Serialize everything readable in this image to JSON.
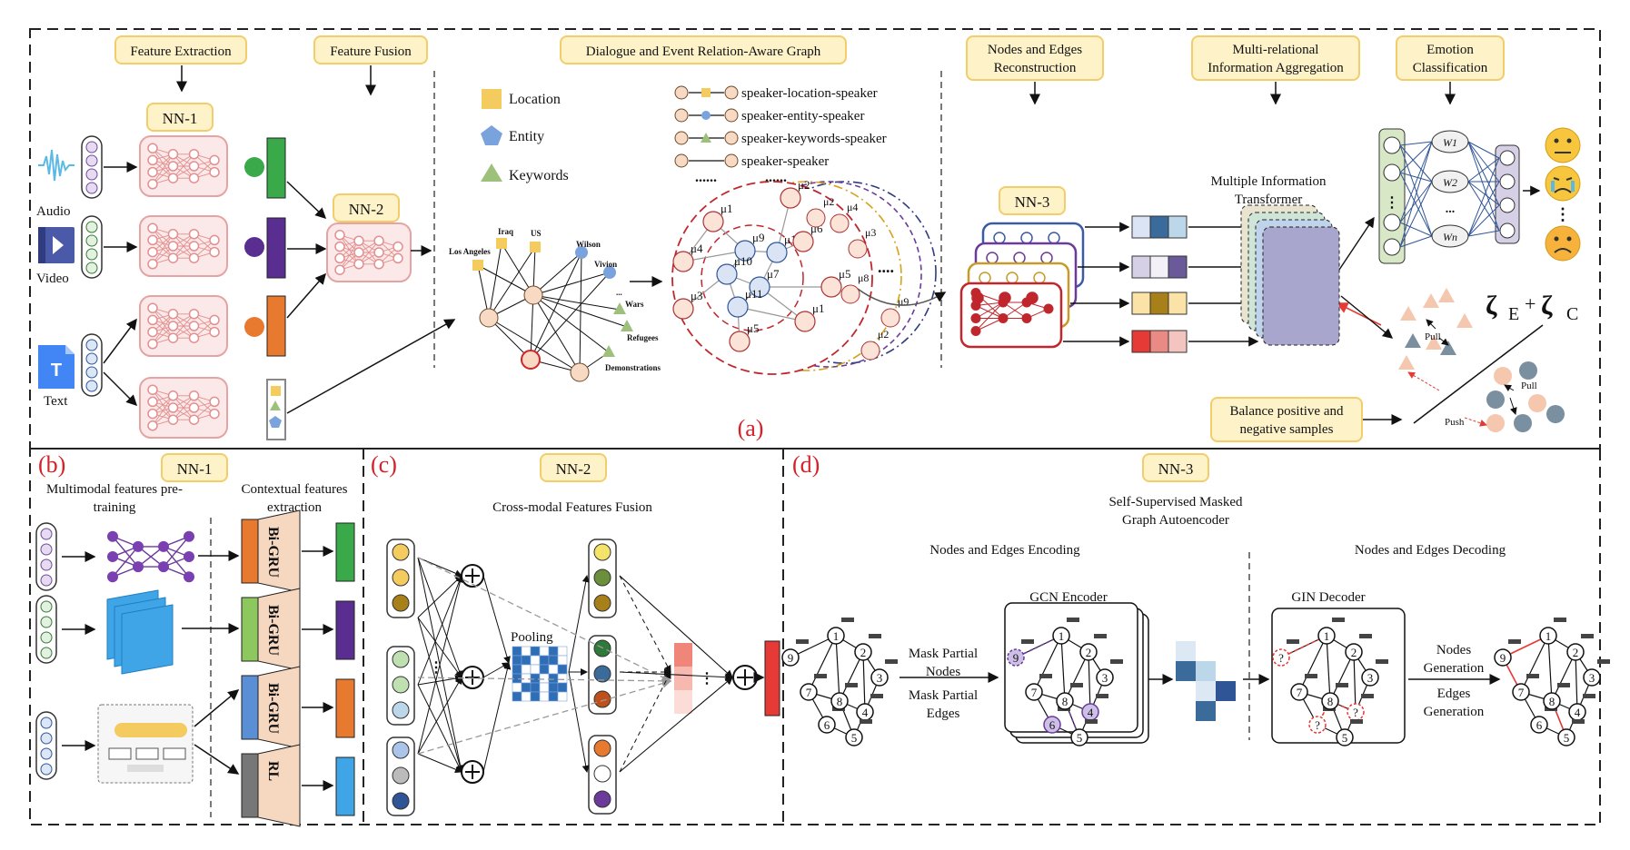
{
  "colors": {
    "label_box_fill": "#fdf2c8",
    "label_box_stroke": "#f2cd6a",
    "nn_block_stroke": "#e5a3a3",
    "nn_block_fill": "#fbe9e9",
    "panel_letter": "#d2232a",
    "audio_green": "#3aa94a",
    "video_purple": "#5a2d91",
    "text_orange": "#e87a2f",
    "red_accent": "#e53a35"
  },
  "panel_a": {
    "letter": "(a)",
    "labels": {
      "feature_extraction": "Feature Extraction",
      "feature_fusion": "Feature Fusion",
      "graph": "Dialogue and Event Relation-Aware Graph",
      "nodes_edges_recon_1": "Nodes and Edges",
      "nodes_edges_recon_2": "Reconstruction",
      "multi_rel_1": "Multi-relational",
      "multi_rel_2": "Information Aggregation",
      "emotion_1": "Emotion",
      "emotion_2": "Classification",
      "balance_1": "Balance positive and",
      "balance_2": "negative samples"
    },
    "nn1": "NN-1",
    "nn2": "NN-2",
    "nn3": "NN-3",
    "modalities": {
      "audio": "Audio",
      "video": "Video",
      "text": "Text"
    },
    "legend": {
      "location": "Location",
      "entity": "Entity",
      "keywords": "Keywords"
    },
    "relations": [
      "speaker-location-speaker",
      "speaker-entity-speaker",
      "speaker-keywords-speaker",
      "speaker-speaker"
    ],
    "graph_labels": [
      "Los Angeles",
      "Iraq",
      "US",
      "Wilson",
      "Vivion",
      "Wars",
      "Refugees",
      "Demonstrations",
      "..."
    ],
    "mu_labels": [
      "μ1",
      "μ2",
      "μ4",
      "μ9",
      "μ12",
      "μ6",
      "μ10",
      "μ7",
      "μ5",
      "μ3",
      "μ11",
      "μ1",
      "μ5",
      "μ2",
      "μ4",
      "μ3",
      "μ8",
      "μ9",
      "μ2"
    ],
    "transformer_1": "Multiple Information",
    "transformer_2": "Transformer",
    "weights": [
      "W1",
      "W2",
      "...",
      "Wn"
    ],
    "loss": "ζ E+ ζ C",
    "loss_parts": {
      "z1": "ζ",
      "sub1": "E",
      "plus": "+",
      "z2": "ζ",
      "sub2": "C"
    },
    "pull": "Pull",
    "push": "Push"
  },
  "panel_b": {
    "letter": "(b)",
    "title": "NN-1",
    "col1_1": "Multimodal features pre-",
    "col1_2": "training",
    "col2_1": "Contextual features",
    "col2_2": "extraction",
    "blocks": [
      "Bi-GRU",
      "Bi-GRU",
      "Bi-GRU",
      "RL"
    ]
  },
  "panel_c": {
    "letter": "(c)",
    "title": "NN-2",
    "subtitle": "Cross-modal Features Fusion",
    "pooling": "Pooling"
  },
  "panel_d": {
    "letter": "(d)",
    "title": "NN-3",
    "subtitle_1": "Self-Supervised Masked",
    "subtitle_2": "Graph Autoencoder",
    "encoding": "Nodes and Edges Encoding",
    "decoding": "Nodes and Edges Decoding",
    "gcn": "GCN Encoder",
    "gin": "GIN Decoder",
    "mask_nodes_1": "Mask Partial",
    "mask_nodes_2": "Nodes",
    "mask_edges_1": "Mask Partial",
    "mask_edges_2": "Edges",
    "gen_nodes_1": "Nodes",
    "gen_nodes_2": "Generation",
    "gen_edges_1": "Edges",
    "gen_edges_2": "Generation",
    "node_numbers": [
      "1",
      "2",
      "3",
      "4",
      "5",
      "6",
      "7",
      "8",
      "9"
    ]
  }
}
